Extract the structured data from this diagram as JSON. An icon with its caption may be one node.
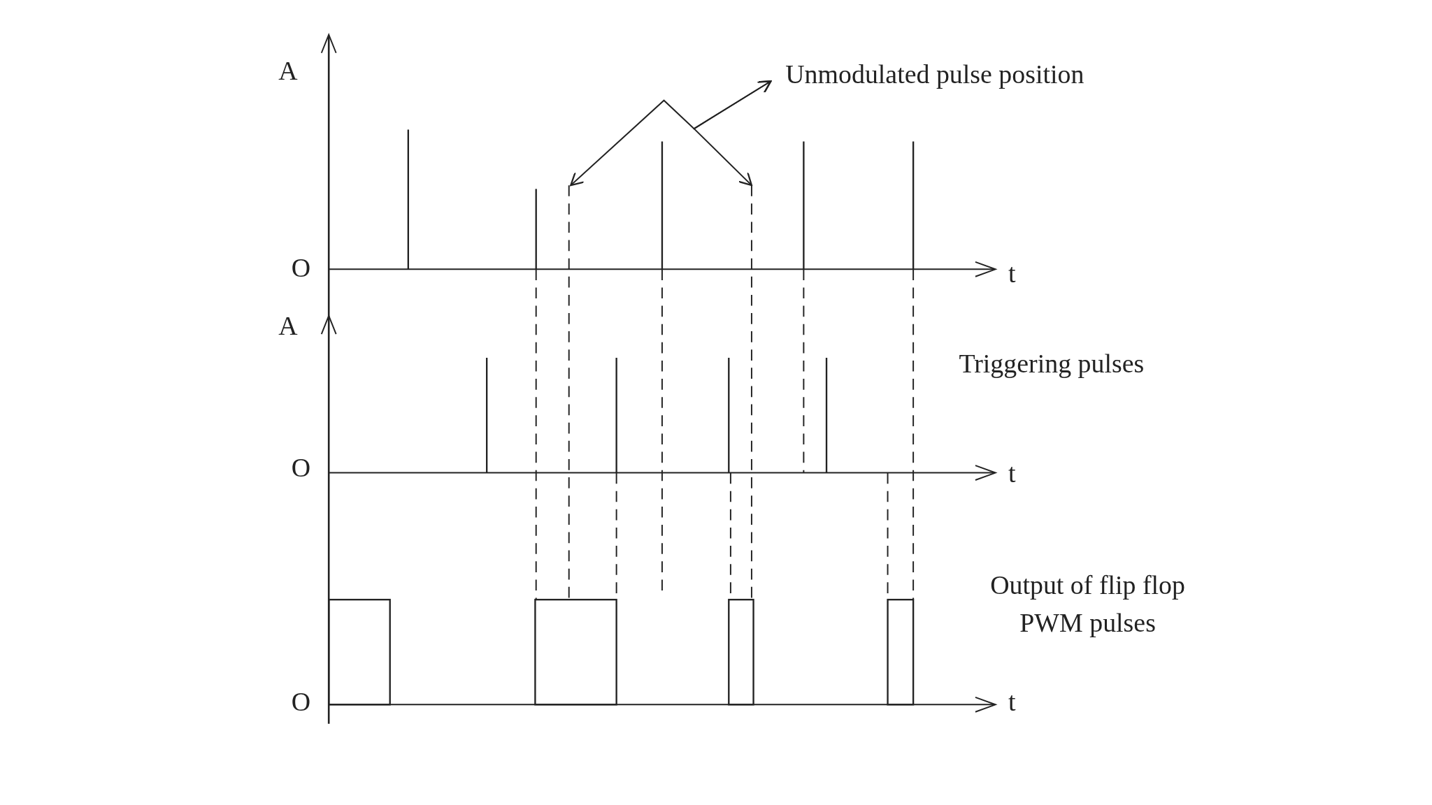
{
  "diagram": {
    "nodes": [
      {
        "text": [
          "Unmodulated pulse position"
        ]
      },
      {
        "text": [],
        "shape": "bar"
      },
      {
        "text": [],
        "shape": "bar"
      }
    ],
    "edges": [
      {
        "from": 0,
        "to": 1,
        "arrow": "both"
      },
      {
        "from": 0,
        "to": 2,
        "arrow": "both"
      }
    ],
    "labels": [
      "A",
      "O",
      "t",
      "A",
      "Triggering pulses",
      "O",
      "t",
      "Output of flip flop PWM pulses",
      "O",
      "t"
    ]
  }
}
